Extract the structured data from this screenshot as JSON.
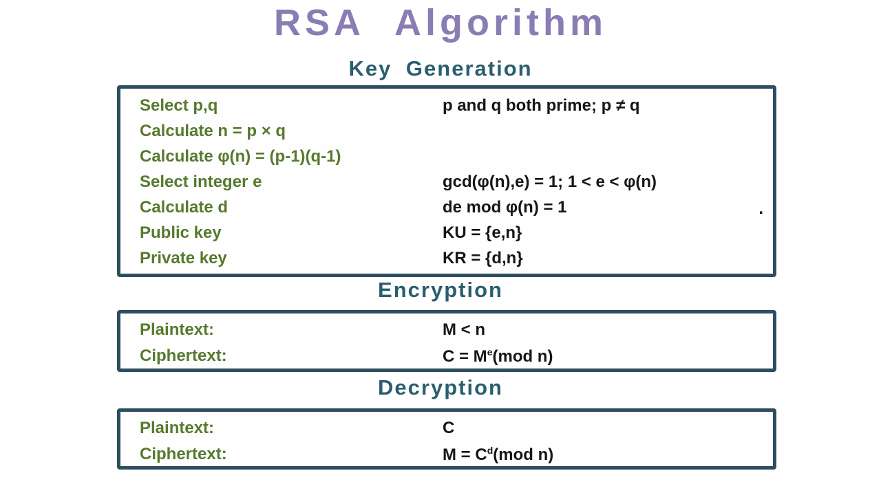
{
  "title": "RSA Algorithm",
  "colors": {
    "title_purple": "#8a7db4",
    "heading_teal": "#2a5e6f",
    "box_border_teal": "#2d4e5e",
    "label_green": "#567a2d",
    "formula_black": "#161616",
    "background": "#ffffff"
  },
  "sections": [
    {
      "heading": "Key Generation",
      "rows": [
        {
          "left": "Select p,q",
          "right": "p and q both prime; p ≠ q"
        },
        {
          "left": "Calculate n = p × q",
          "right": ""
        },
        {
          "left": "Calculate φ(n) = (p-1)(q-1)",
          "right": ""
        },
        {
          "left": "Select integer e",
          "right": "gcd(φ(n),e) = 1; 1 < e < φ(n)"
        },
        {
          "left": "Calculate d",
          "right": "de mod φ(n) = 1",
          "right_note": "."
        },
        {
          "left": "Public key",
          "right": "KU = {e,n}"
        },
        {
          "left": "Private key",
          "right": "KR = {d,n}"
        }
      ]
    },
    {
      "heading": "Encryption",
      "rows": [
        {
          "left": "Plaintext:",
          "right": "M < n"
        },
        {
          "left": "Ciphertext:",
          "right_base": "C = M",
          "right_sup": "e",
          "right_rest": "(mod n)"
        }
      ]
    },
    {
      "heading": "Decryption",
      "rows": [
        {
          "left": "Plaintext:",
          "right": "C"
        },
        {
          "left": "Ciphertext:",
          "right_base": "M = C",
          "right_sup": "d",
          "right_rest": "(mod n)"
        }
      ]
    }
  ]
}
